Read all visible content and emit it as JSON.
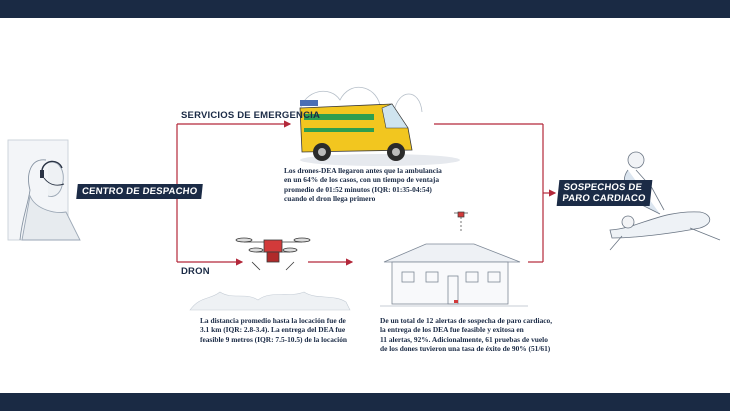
{
  "nodes": {
    "dispatch": "CENTRO DE DESPACHO",
    "emergency_services": "SERVICIOS DE EMERGENCIA",
    "drone": "DRON",
    "cardiac_arrest": [
      "SOSPECHOS DE",
      "PARO CARDIACO"
    ]
  },
  "ambulance_note": [
    "Los drones-DEA llegaron antes que la ambulancia",
    "en un 64% de los casos, con un tiempo de ventaja",
    "promedio de 01:52 minutos (IQR: 01:35-04:54)",
    "cuando el dron llega primero"
  ],
  "distance_note": [
    "La distancia promedio hasta la locación fue de",
    "3.1 km (IQR: 2.8-3.4). La entrega del DEA  fue",
    "feasible 9 metros (IQR: 7.5-10.5) de la locación"
  ],
  "alerts_note": [
    "De un total de 12 alertas de sospecha de paro cardiaco,",
    "la entrega de los DEA fue feasible y exitosa en",
    "11 alertas, 92%. Adicionalmente, 61 pruebas de vuelo",
    "de los dones tuvieron una tasa de éxito de 90% (51/61)"
  ],
  "colors": {
    "band": "#1a2a44",
    "tag": "#1b2b46",
    "arrow": "#b3283a",
    "ambulance_body": "#f2c61f",
    "ambulance_stripe": "#2e9e4f"
  },
  "icons": [
    "headset-icon",
    "ambulance-icon",
    "drone-icon",
    "house-icon",
    "cpr-icon"
  ]
}
